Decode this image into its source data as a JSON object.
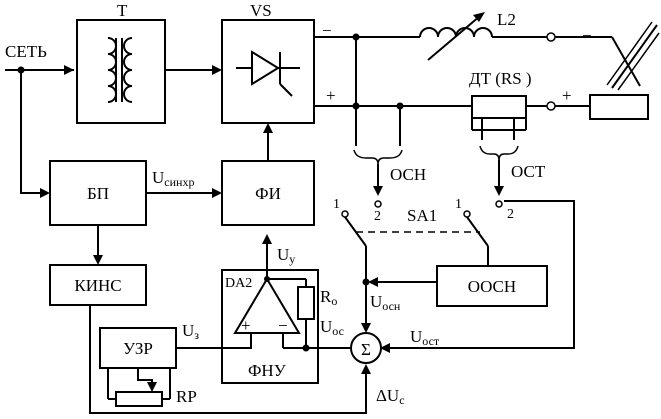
{
  "labels": {
    "mains": "СЕТЬ",
    "transformer": "Т",
    "rectifier": "VS",
    "inductor": "L2",
    "shunt": "ДТ (RS )",
    "feedback_voltage": "ОСН",
    "feedback_current": "ОСТ",
    "switch": "SA1",
    "sync_main": "U",
    "sync_sub": "синхр",
    "uy_main": "U",
    "uy_sub": "у",
    "ro_main": "R",
    "ro_sub": "о",
    "uz_main": "U",
    "uz_sub": "з",
    "uoc_main": "U",
    "uoc_sub": "ос",
    "uosn_main": "U",
    "uosn_sub": "осн",
    "uost_main": "U",
    "uost_sub": "ост",
    "duc_main": "ΔU",
    "duc_sub": "с",
    "da2": "DA2",
    "rp": "RP",
    "minus": "−",
    "plus": "+",
    "sum": "Σ",
    "pos1": "1",
    "pos2": "2"
  },
  "blocks": {
    "bp": "БП",
    "fi": "ФИ",
    "kins": "КИНС",
    "oosn": "ООСН",
    "uzr": "УЗР",
    "fnu": "ФНУ"
  }
}
